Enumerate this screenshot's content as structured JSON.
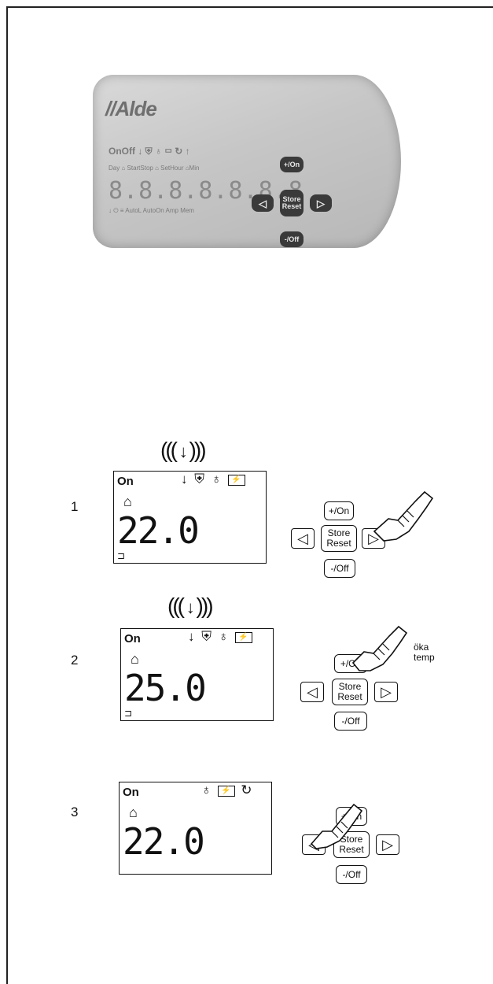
{
  "panel": {
    "brand": "//Alde",
    "lcd_row1": "OnOff ↓ ⛨ ♁ ▭ ↻ ↑",
    "lcd_row2": "Day ⌂ StartStop ⌂ SetHour ⌂Min",
    "lcd_digits": "8.8.8.8.8.8.8",
    "lcd_row3": "↓ ⏻ ≡ AutoL AutoOn Amp Mem",
    "btn_plus": "+/On",
    "btn_store": "Store Reset",
    "btn_minus": "-/Off"
  },
  "steps": [
    {
      "number": "1",
      "status": "On",
      "value": "22.0",
      "buttons": {
        "plus": "+/On",
        "store": "Store\nReset",
        "minus": "-/Off"
      }
    },
    {
      "number": "2",
      "status": "On",
      "value": "25.0",
      "note": "öka\ntemp",
      "buttons": {
        "plus": "+/On",
        "store": "Store\nReset",
        "minus": "-/Off"
      }
    },
    {
      "number": "3",
      "status": "On",
      "value": "22.0",
      "buttons": {
        "plus": "+/On",
        "store": "Store\nReset",
        "minus": "-/Off"
      }
    }
  ],
  "icons": {
    "left": "◁",
    "right": "▷",
    "house": "⌂",
    "thermometer": "↓",
    "flame": "♁",
    "cycle": "↻",
    "plug": "⊐"
  }
}
